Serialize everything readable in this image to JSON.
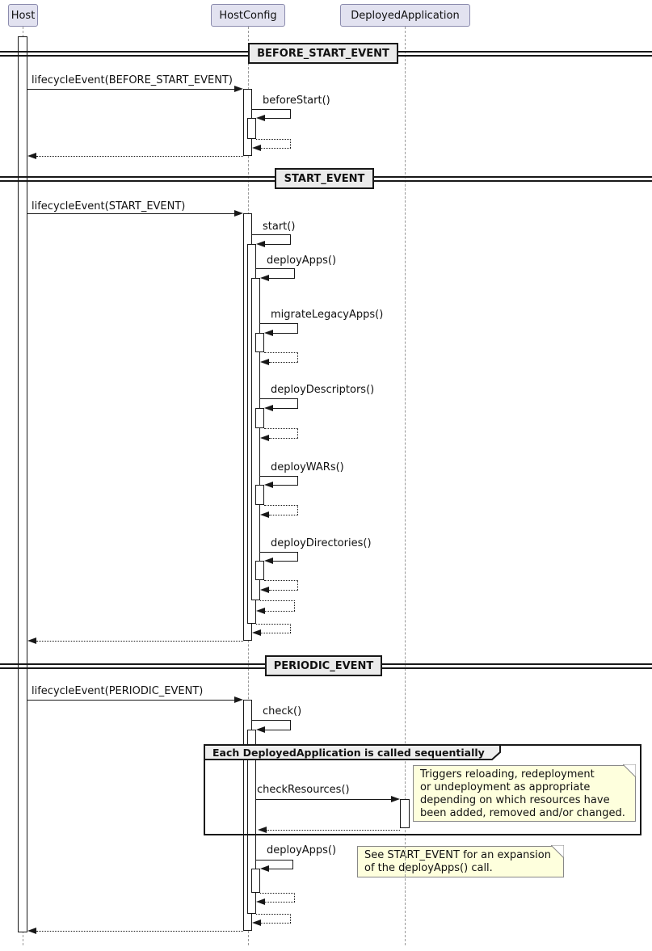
{
  "diagram_type": "uml-sequence",
  "participants": [
    {
      "name": "Host"
    },
    {
      "name": "HostConfig"
    },
    {
      "name": "DeployedApplication"
    }
  ],
  "dividers": [
    {
      "label": "BEFORE_START_EVENT"
    },
    {
      "label": "START_EVENT"
    },
    {
      "label": "PERIODIC_EVENT"
    }
  ],
  "messages": {
    "lifecycle_before_start": "lifecycleEvent(BEFORE_START_EVENT)",
    "before_start": "beforeStart()",
    "lifecycle_start": "lifecycleEvent(START_EVENT)",
    "start": "start()",
    "deploy_apps": "deployApps()",
    "migrate_legacy_apps": "migrateLegacyApps()",
    "deploy_descriptors": "deployDescriptors()",
    "deploy_wars": "deployWARs()",
    "deploy_directories": "deployDirectories()",
    "lifecycle_periodic": "lifecycleEvent(PERIODIC_EVENT)",
    "check": "check()",
    "check_resources": "checkResources()",
    "deploy_apps_periodic": "deployApps()"
  },
  "group": {
    "title": "Each DeployedApplication is called sequentially"
  },
  "notes": {
    "triggers": "Triggers reloading, redeployment\nor undeployment as appropriate\ndepending on which resources have\nbeen added, removed and/or changed.",
    "see_start_event": "See START_EVENT for an expansion\nof the deployApps() call."
  },
  "colors": {
    "participant_fill": "#E2E2F0",
    "participant_border": "#8C8CAE",
    "note_fill": "#FEFFDD",
    "divider_fill": "#EBEBEB",
    "line": "#181818",
    "lifeline": "#9A9A9A"
  }
}
